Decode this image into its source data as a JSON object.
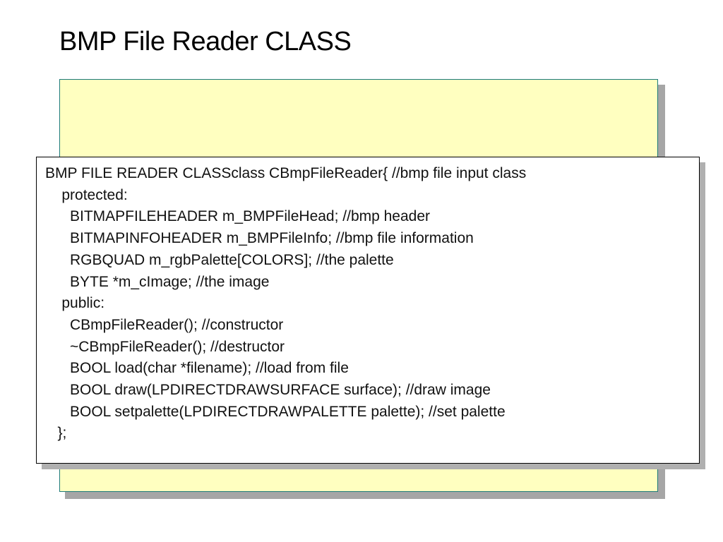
{
  "slide": {
    "title": "BMP File Reader CLASS"
  },
  "code": {
    "lines": [
      "BMP FILE READER CLASSclass CBmpFileReader{ //bmp file input class",
      "    protected:",
      "      BITMAPFILEHEADER m_BMPFileHead; //bmp header",
      "      BITMAPINFOHEADER m_BMPFileInfo; //bmp file information",
      "      RGBQUAD m_rgbPalette[COLORS]; //the palette",
      "      BYTE *m_cImage; //the image",
      "    public:",
      "      CBmpFileReader(); //constructor",
      "      ~CBmpFileReader(); //destructor",
      "      BOOL load(char *filename); //load from file",
      "      BOOL draw(LPDIRECTDRAWSURFACE surface); //draw image",
      "      BOOL setpalette(LPDIRECTDRAWPALETTE palette); //set palette",
      "   };"
    ]
  },
  "colors": {
    "yellow_fill": "#ffffc0",
    "yellow_border": "#1d7a7a",
    "shadow": "#a6a6a6"
  }
}
